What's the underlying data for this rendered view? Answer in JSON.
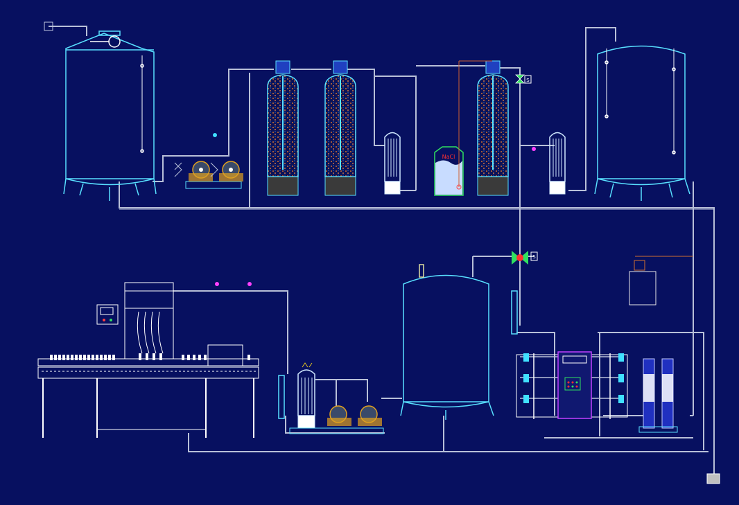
{
  "diagram": {
    "background": "#071060",
    "colors": {
      "pipe": "#b8c0d8",
      "tank": "#58e0ff",
      "media_dot": "#d07030",
      "cyan_pipe": "#40e0ff",
      "magenta": "#ff40ff",
      "green": "#30e060",
      "pump_orange": "#e0a020",
      "valve_blue": "#3050e0",
      "panel_purple": "#c040ff"
    },
    "labels": {
      "brine_tank": "NaCl",
      "level_switch_left": "S",
      "level_switch_right": "S"
    }
  }
}
